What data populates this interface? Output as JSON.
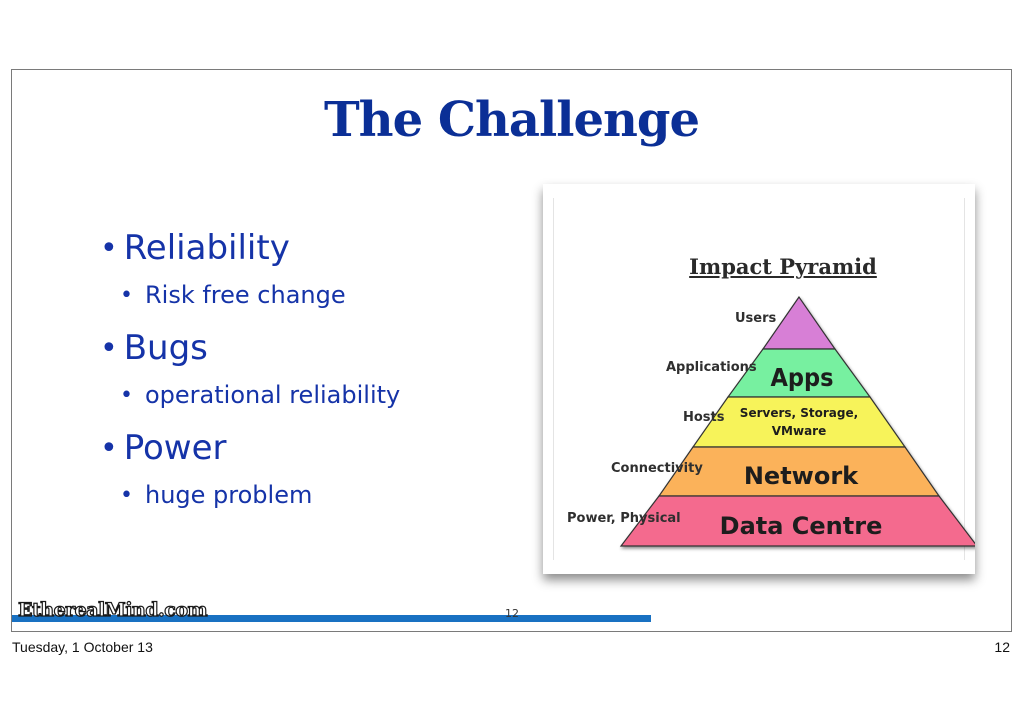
{
  "slide": {
    "title": "The Challenge",
    "bullets": [
      {
        "text": "Reliability",
        "sub": "Risk free change"
      },
      {
        "text": "Bugs",
        "sub": "operational reliability"
      },
      {
        "text": "Power",
        "sub": "huge problem"
      }
    ],
    "bullet_glyph": "•",
    "page_number_small": "12"
  },
  "pyramid": {
    "title": "Impact Pyramid",
    "levels": [
      {
        "side_label": "Users",
        "text": "",
        "color": "#d77fd6"
      },
      {
        "side_label": "Applications",
        "text": "Apps",
        "color": "#77f0a0"
      },
      {
        "side_label": "Hosts",
        "text": "Servers, Storage,",
        "text2": "VMware",
        "color": "#f7f35a"
      },
      {
        "side_label": "Connectivity",
        "text": "Network",
        "color": "#fbb25a"
      },
      {
        "side_label": "Power, Physical",
        "text": "Data Centre",
        "color": "#f46a8e"
      }
    ]
  },
  "branding": {
    "logo_text": "EtherealMind.com",
    "bar_color": "#1971c2",
    "title_color": "#0b2f96"
  },
  "footer": {
    "date": "Tuesday, 1 October 13",
    "page": "12"
  }
}
